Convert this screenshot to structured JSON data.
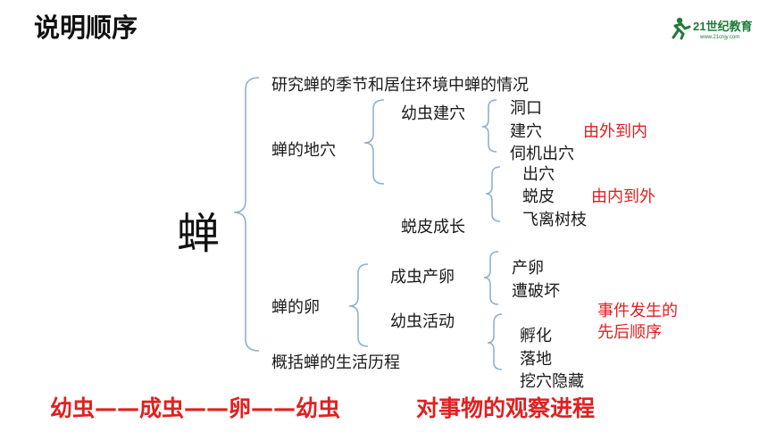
{
  "title": "说明顺序",
  "logo": {
    "text": "21世纪教育",
    "subtext": "www.21cnjy.com",
    "accent": "#1f7a3a"
  },
  "root": "蝉",
  "branches": {
    "b1": "研究蝉的季节和居住环境中蝉的情况",
    "b2": {
      "label": "蝉的地穴",
      "sub1": {
        "label": "幼虫建穴",
        "items": [
          "洞口",
          "建穴",
          "伺机出穴"
        ],
        "note": "由外到内"
      },
      "sub2": {
        "label": "蜕皮成长",
        "items": [
          "出穴",
          "蜕皮",
          "飞离树枝"
        ],
        "note": "由内到外"
      }
    },
    "b3": {
      "label": "蝉的卵",
      "sub1": {
        "label": "成虫产卵",
        "items": [
          "产卵",
          "遭破坏"
        ]
      },
      "sub2": {
        "label": "幼虫活动",
        "items": [
          "孵化",
          "落地",
          "挖穴隐藏"
        ]
      },
      "note_line1": "事件发生的",
      "note_line2": "先后顺序"
    },
    "b4": "概括蝉的生活历程"
  },
  "bottom": {
    "left": "幼虫——成虫——卵——幼虫",
    "right": "对事物的观察进程"
  },
  "colors": {
    "line": "#8fb0d0",
    "note": "#e02020"
  }
}
